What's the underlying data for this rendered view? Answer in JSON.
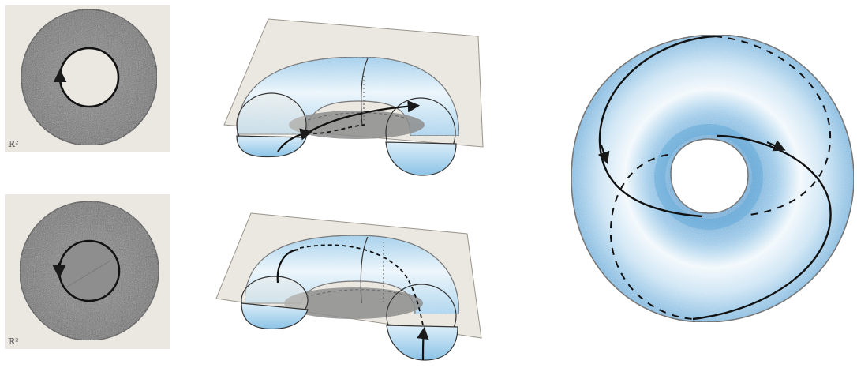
{
  "figure": {
    "panels": [
      {
        "id": "planar-annulus-top",
        "label": "ℝ²"
      },
      {
        "id": "planar-annulus-bottom",
        "label": "ℝ²"
      }
    ]
  },
  "colors": {
    "paper": "#ebe8e2",
    "annulus_graphite": "#7d7d7d",
    "torus_blue": "#6fb3dd",
    "torus_blue_light": "#d9ecf7",
    "ink": "#1a1a1a"
  }
}
